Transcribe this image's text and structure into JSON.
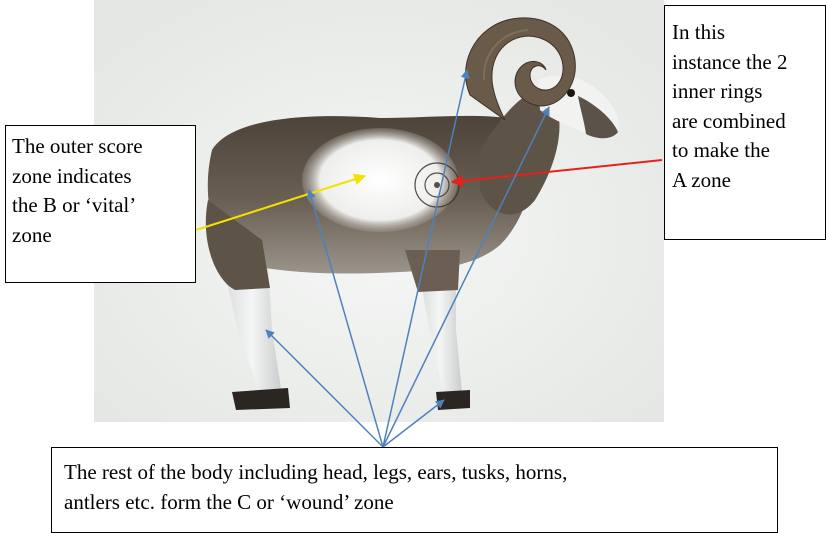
{
  "callouts": {
    "outer_zone": [
      "The outer score",
      "zone indicates",
      "the B or ‘vital’",
      "zone"
    ],
    "inner_rings": [
      "In this",
      "instance the 2",
      "inner rings",
      "are combined",
      "to make the",
      "A zone"
    ],
    "rest_of_body": [
      "The rest of the body including head, legs, ears, tusks, horns,",
      "antlers etc. form the C or ‘wound’ zone"
    ]
  },
  "colors": {
    "yellow_arrow": "#f2e200",
    "red_arrow": "#e8201a",
    "blue_arrow": "#4f81bd",
    "ram_body": "#5e5347",
    "vital_patch": "#f2f2f0",
    "horn": "#6a5a49",
    "backdrop": "#e9ece9"
  }
}
